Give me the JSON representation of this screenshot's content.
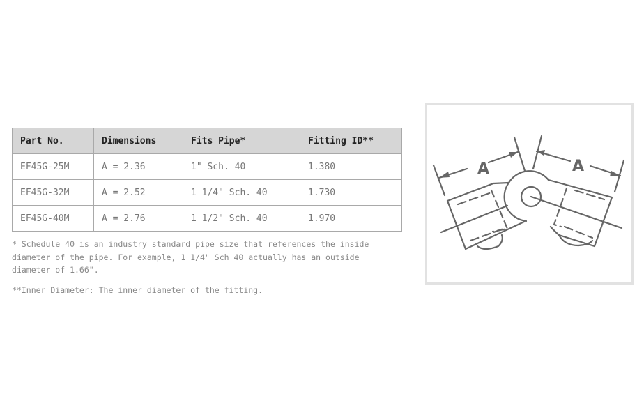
{
  "table": {
    "headers": [
      "Part No.",
      "Dimensions",
      "Fits Pipe*",
      "Fitting ID**"
    ],
    "rows": [
      [
        "EF45G-25M",
        "A = 2.36",
        "1\" Sch. 40",
        "1.380"
      ],
      [
        "EF45G-32M",
        "A = 2.52",
        "1 1/4\" Sch. 40",
        "1.730"
      ],
      [
        "EF45G-40M",
        "A = 2.76",
        "1 1/2\" Sch. 40",
        "1.970"
      ]
    ]
  },
  "notes": {
    "schedule": "* Schedule 40 is an industry standard pipe size that references the inside diameter of the pipe. For example, 1 1/4\" Sch 40 actually has an outside diameter of 1.66\".",
    "inner": "**Inner Diameter: The inner diameter of the fitting."
  },
  "diagram": {
    "dimension_label_left": "A",
    "dimension_label_right": "A"
  }
}
